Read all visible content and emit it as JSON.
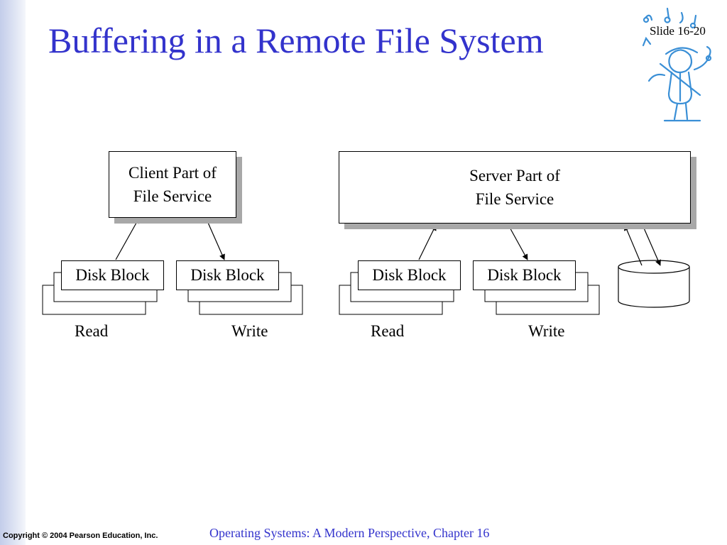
{
  "slide": {
    "title": "Buffering in a Remote File System",
    "number": "Slide 16-20"
  },
  "client": {
    "line1": "Client Part of",
    "line2": "File Service"
  },
  "server": {
    "line1": "Server Part of",
    "line2": "File Service"
  },
  "blocks": {
    "client_read": "Disk Block",
    "client_write": "Disk Block",
    "server_read": "Disk Block",
    "server_write": "Disk Block"
  },
  "labels": {
    "client_read": "Read",
    "client_write": "Write",
    "server_read": "Read",
    "server_write": "Write"
  },
  "footer": {
    "copyright": "Copyright © 2004 Pearson Education, Inc.",
    "book": "Operating Systems: A Modern Perspective, Chapter 16"
  },
  "colors": {
    "title": "#3333cc",
    "shadow": "#a8a8a8",
    "mascot": "#3a8fd6"
  },
  "icons": {
    "mascot": "musician-mascot-icon",
    "disk": "disk-cylinder-icon"
  }
}
